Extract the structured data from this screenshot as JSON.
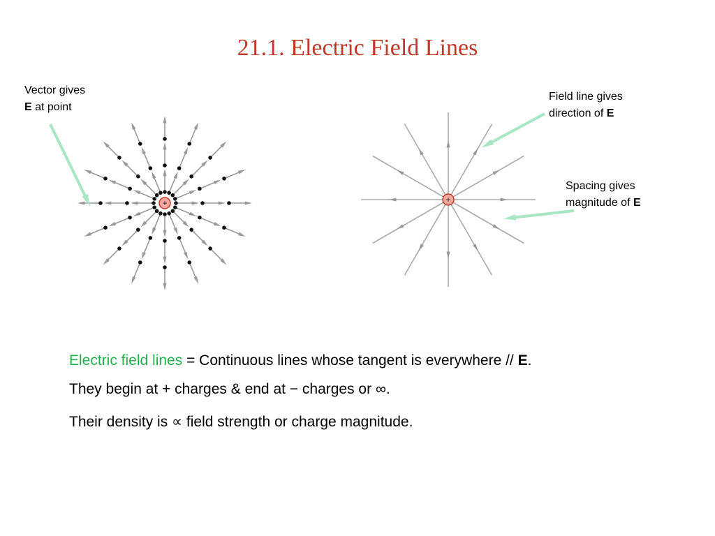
{
  "slide": {
    "title": "21.1.  Electric Field Lines",
    "charge_symbol": "+",
    "callouts": {
      "vector": {
        "line1": "Vector gives",
        "bold": "E",
        "line2_rest": " at point"
      },
      "direction": {
        "line1": "Field line gives",
        "line2_prefix": "direction of ",
        "bold": "E"
      },
      "spacing": {
        "line1": "Spacing gives",
        "line2_prefix": "magnitude of ",
        "bold": "E"
      }
    },
    "statements": {
      "line1": {
        "term": "Electric field lines",
        "rest": " = Continuous lines whose tangent is everywhere // ",
        "bold": "E",
        "end": "."
      },
      "line2": "They begin at + charges & end at  − charges or ∞.",
      "line3": "Their density is ∝  field strength or charge magnitude."
    }
  },
  "colors": {
    "title": "#c0392b",
    "term": "#22b14c",
    "pointer_arrow": "#a8e6c4",
    "field_line": "#999999",
    "charge_fill": "#f4a8a0",
    "charge_stroke": "#c0392b",
    "dot": "#111111"
  }
}
